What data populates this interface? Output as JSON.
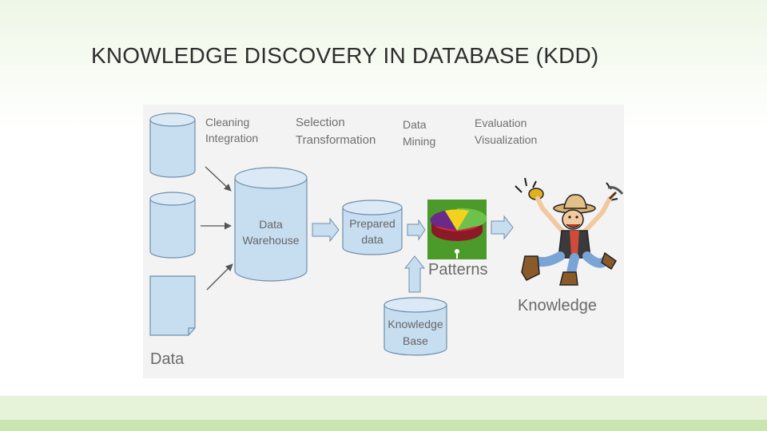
{
  "slide": {
    "title": "KNOWLEDGE DISCOVERY IN DATABASE (KDD)"
  },
  "diagram": {
    "steps": {
      "cleaning": "Cleaning",
      "integration": "Integration",
      "selection": "Selection",
      "transformation": "Transformation",
      "data_line1": "Data",
      "mining": "Mining",
      "evaluation": "Evaluation",
      "visualization": "Visualization"
    },
    "nodes": {
      "warehouse_line1": "Data",
      "warehouse_line2": "Warehouse",
      "prepared_line1": "Prepared",
      "prepared_line2": "data",
      "kb_line1": "Knowledge",
      "kb_line2": "Base"
    },
    "labels": {
      "data": "Data",
      "patterns": "Patterns",
      "knowledge": "Knowledge"
    }
  },
  "colors": {
    "cylinder_fill": "#c7ddf0",
    "cylinder_stroke": "#6f8fab",
    "pie_red": "#d6263f",
    "pie_green": "#6cc24a",
    "pie_purple": "#6a2a8a",
    "pie_yellow": "#f3d21c"
  }
}
